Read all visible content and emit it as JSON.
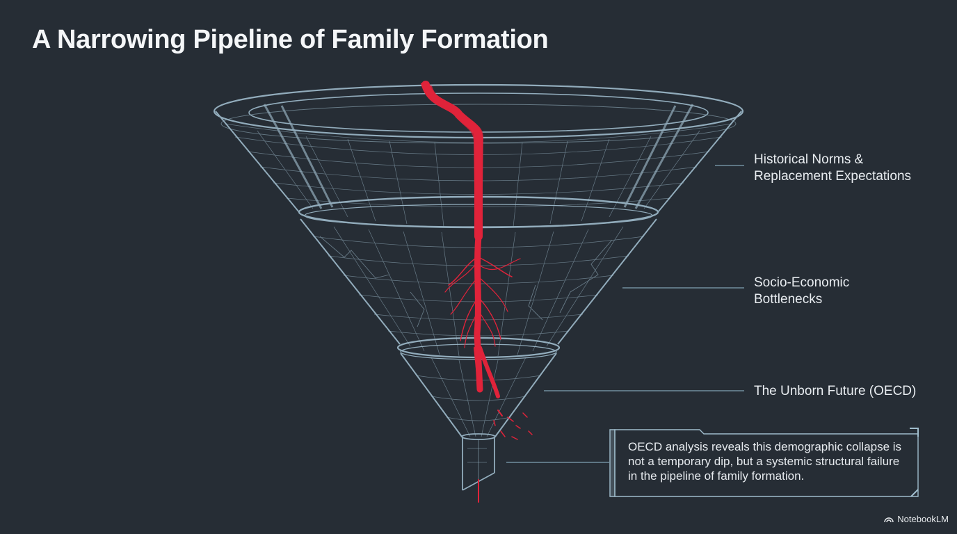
{
  "title": "A Narrowing Pipeline of Family Formation",
  "stages": [
    {
      "label": "Historical Norms &\nReplacement Expectations"
    },
    {
      "label": "Socio-Economic\nBottlenecks"
    },
    {
      "label": "The Unborn Future (OECD)"
    }
  ],
  "callout": {
    "text": "OECD analysis reveals this demographic collapse is not a temporary dip, but a systemic structural failure in the pipeline of family formation."
  },
  "brand": {
    "name": "NotebookLM",
    "icon": "notebooklm-logo-icon"
  },
  "colors": {
    "background": "#262d35",
    "wireframe": "#9fbccc",
    "thread": "#e0233a",
    "text": "#f4f6f8"
  }
}
